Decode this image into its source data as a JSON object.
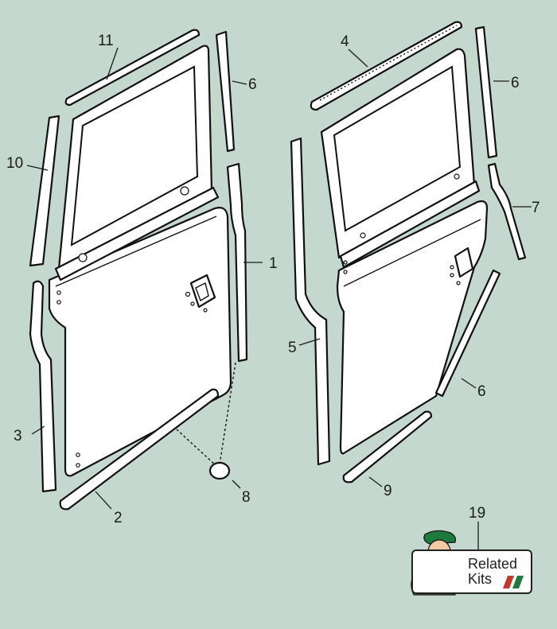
{
  "callouts": [
    {
      "id": "1",
      "text": "1"
    },
    {
      "id": "2",
      "text": "2"
    },
    {
      "id": "3",
      "text": "3"
    },
    {
      "id": "4",
      "text": "4"
    },
    {
      "id": "5",
      "text": "5"
    },
    {
      "id": "6a",
      "text": "6"
    },
    {
      "id": "6b",
      "text": "6"
    },
    {
      "id": "6c",
      "text": "6"
    },
    {
      "id": "7",
      "text": "7"
    },
    {
      "id": "8",
      "text": "8"
    },
    {
      "id": "9",
      "text": "9"
    },
    {
      "id": "10",
      "text": "10"
    },
    {
      "id": "11",
      "text": "11"
    },
    {
      "id": "19",
      "text": "19"
    }
  ],
  "related_kits": {
    "line1": "Related",
    "line2": "Kits",
    "stripe_colors": [
      "#c0392b",
      "#1e7a3c"
    ]
  },
  "colors": {
    "background": "#c5d8cf",
    "part_fill": "#ffffff",
    "outline": "#111111"
  }
}
